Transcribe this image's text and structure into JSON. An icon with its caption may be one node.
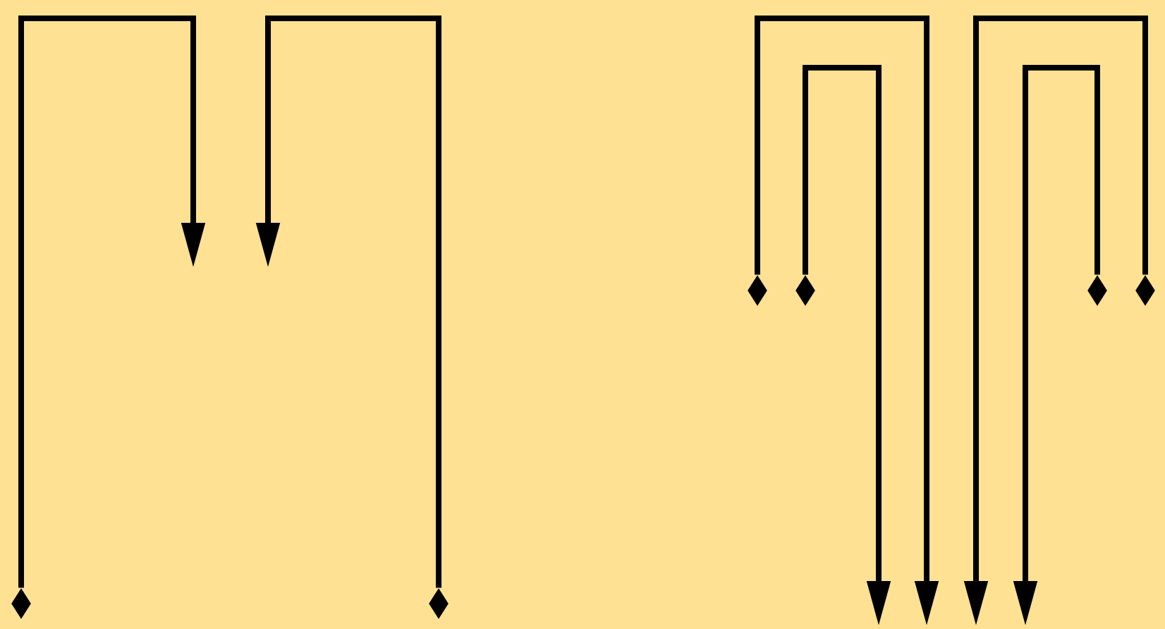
{
  "diagram": {
    "nodes": [
      {
        "text": [],
        "shape": "diamond"
      },
      {
        "text": [],
        "shape": "diamond"
      },
      {
        "text": [],
        "shape": "diamond"
      },
      {
        "text": [],
        "shape": "diamond"
      },
      {
        "text": [],
        "shape": "diamond"
      },
      {
        "text": [],
        "shape": "diamond"
      }
    ],
    "edges": [
      {
        "from": 0,
        "to": null,
        "arrow": "to"
      },
      {
        "from": 1,
        "to": null,
        "arrow": "to"
      },
      {
        "from": 2,
        "to": null,
        "arrow": "to"
      },
      {
        "from": 3,
        "to": null,
        "arrow": "to"
      },
      {
        "from": 4,
        "to": null,
        "arrow": "to"
      },
      {
        "from": 5,
        "to": null,
        "arrow": "to"
      }
    ]
  }
}
